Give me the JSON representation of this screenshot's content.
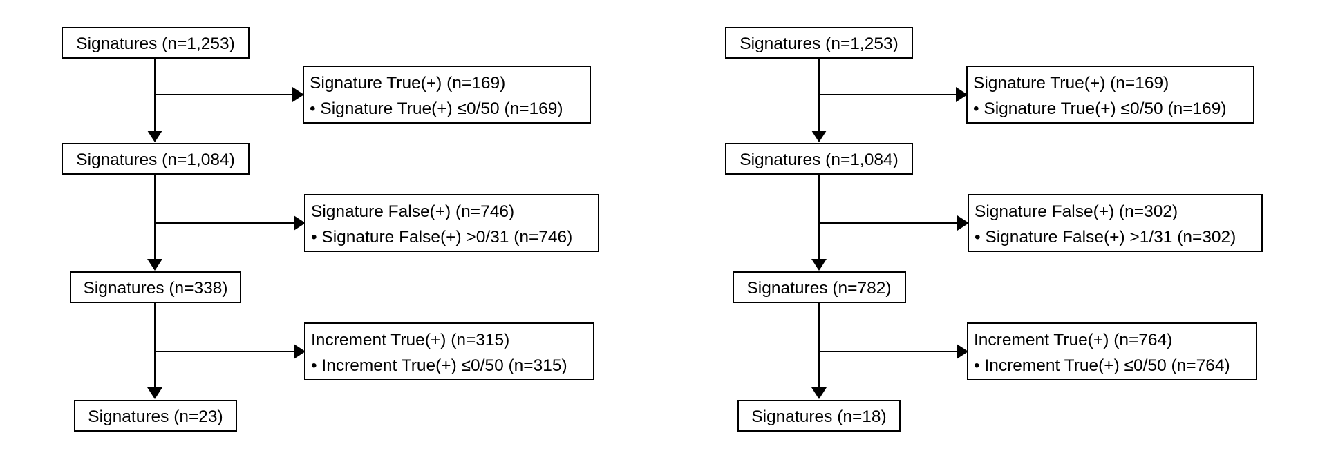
{
  "flowcharts": [
    {
      "main_boxes": [
        "Signatures (n=1,253)",
        "Signatures (n=1,084)",
        "Signatures (n=338)",
        "Signatures (n=23)"
      ],
      "exclusions": [
        {
          "title": "Signature True(+) (n=169)",
          "detail": "• Signature True(+) ≤0/50 (n=169)"
        },
        {
          "title": "Signature False(+) (n=746)",
          "detail": "• Signature False(+) >0/31 (n=746)"
        },
        {
          "title": "Increment True(+) (n=315)",
          "detail": "• Increment True(+) ≤0/50 (n=315)"
        }
      ]
    },
    {
      "main_boxes": [
        "Signatures (n=1,253)",
        "Signatures (n=1,084)",
        "Signatures (n=782)",
        "Signatures (n=18)"
      ],
      "exclusions": [
        {
          "title": "Signature True(+) (n=169)",
          "detail": "• Signature True(+) ≤0/50 (n=169)"
        },
        {
          "title": "Signature False(+) (n=302)",
          "detail": "• Signature False(+) >1/31 (n=302)"
        },
        {
          "title": "Increment True(+) (n=764)",
          "detail": "• Increment True(+) ≤0/50 (n=764)"
        }
      ]
    }
  ]
}
